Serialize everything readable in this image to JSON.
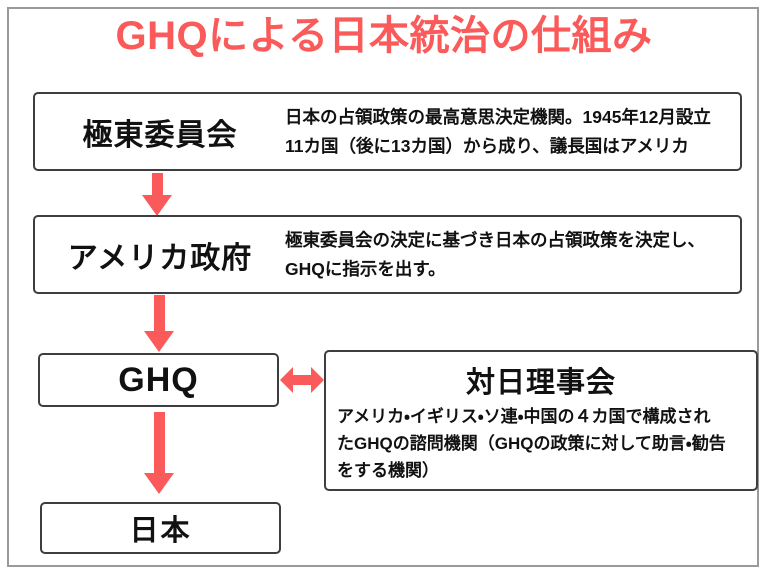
{
  "title": "GHQによる日本統治の仕組み",
  "colors": {
    "accent": "#FA5A5A",
    "box_border": "#3E3E3E",
    "frame_border": "#9A9A9A",
    "text": "#111111"
  },
  "boxes": {
    "fec": {
      "label": "極東委員会",
      "desc": [
        "日本の占領政策の最高意思決定機関。1945年12月設立",
        "11カ国（後に13カ国）から成り、議長国はアメリカ"
      ]
    },
    "us_gov": {
      "label": "アメリカ政府",
      "desc": [
        "極東委員会の決定に基づき日本の占領政策を決定し、",
        "GHQに指示を出す。"
      ]
    },
    "ghq": {
      "label": "GHQ"
    },
    "acj": {
      "label": "対日理事会",
      "desc": [
        "アメリカ・イギリス・ソ連・中国の４カ国で構成され",
        "たGHQの諮問機関（GHQの政策に対して助言・勧告",
        "をする機関）"
      ]
    },
    "japan": {
      "label": "日本"
    }
  },
  "connectors": [
    {
      "type": "down-arrow",
      "from": "極東委員会",
      "to": "アメリカ政府"
    },
    {
      "type": "down-arrow",
      "from": "アメリカ政府",
      "to": "GHQ"
    },
    {
      "type": "double-arrow",
      "from": "GHQ",
      "to": "対日理事会"
    },
    {
      "type": "down-arrow",
      "from": "GHQ",
      "to": "日本"
    }
  ]
}
